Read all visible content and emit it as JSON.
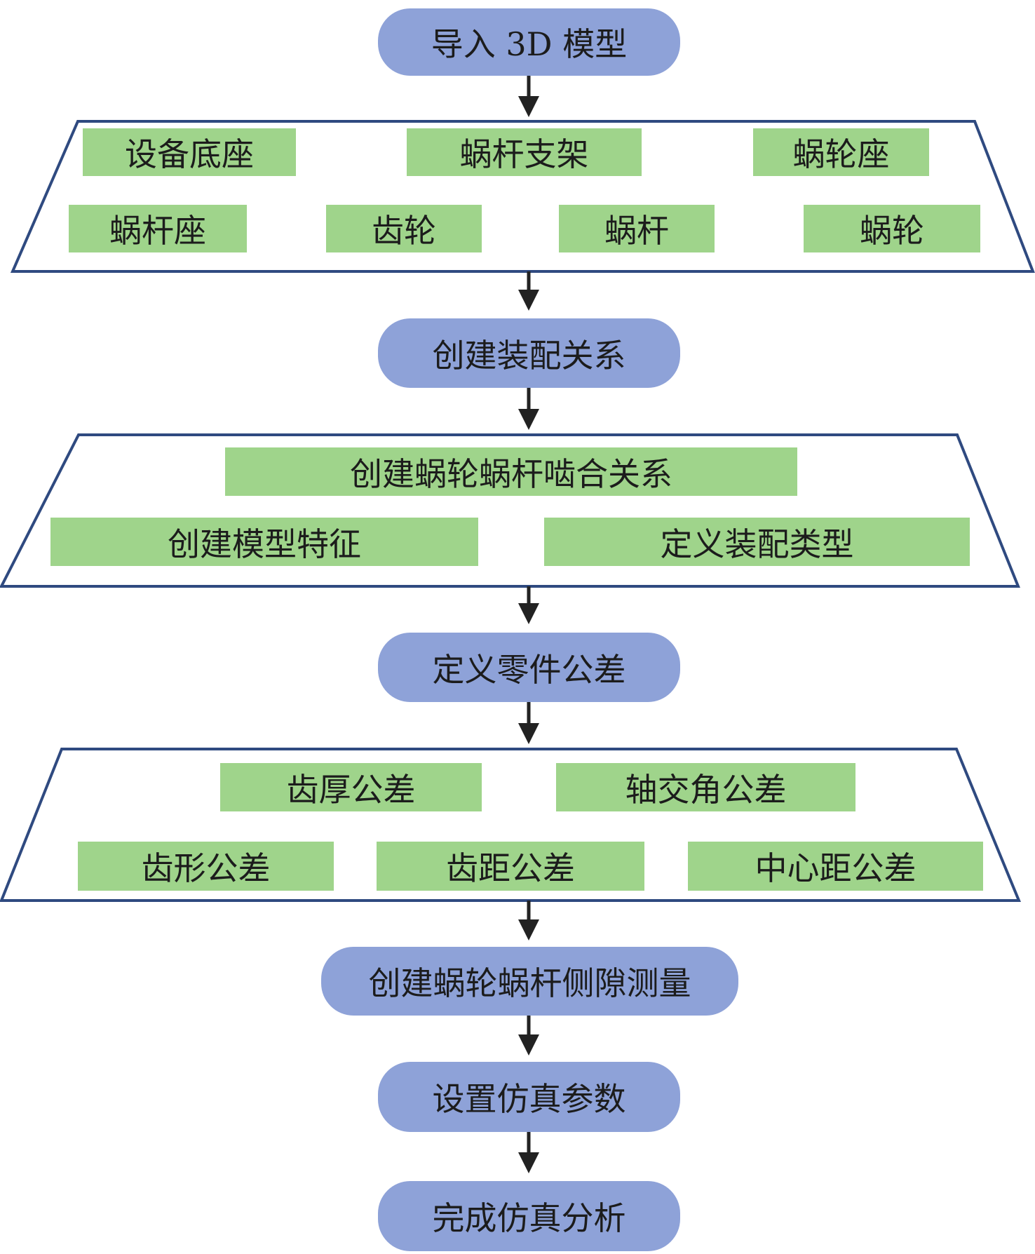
{
  "steps": {
    "import_model": "导入 3D 模型",
    "create_assembly": "创建装配关系",
    "define_tolerance": "定义零件公差",
    "create_backlash": "创建蜗轮蜗杆侧隙测量",
    "set_params": "设置仿真参数",
    "finish": "完成仿真分析"
  },
  "group_parts": {
    "base": "设备底座",
    "worm_bracket": "蜗杆支架",
    "wheel_seat": "蜗轮座",
    "worm_seat": "蜗杆座",
    "gear": "齿轮",
    "worm": "蜗杆",
    "worm_wheel": "蜗轮"
  },
  "group_assembly": {
    "mesh": "创建蜗轮蜗杆啮合关系",
    "features": "创建模型特征",
    "types": "定义装配类型"
  },
  "group_tolerance": {
    "thickness": "齿厚公差",
    "shaft_angle": "轴交角公差",
    "profile": "齿形公差",
    "pitch": "齿距公差",
    "center_distance": "中心距公差"
  },
  "colors": {
    "step_fill": "#8ea2d8",
    "item_fill": "#9fd48b",
    "outline": "#2f4a80",
    "arrow": "#222222"
  }
}
